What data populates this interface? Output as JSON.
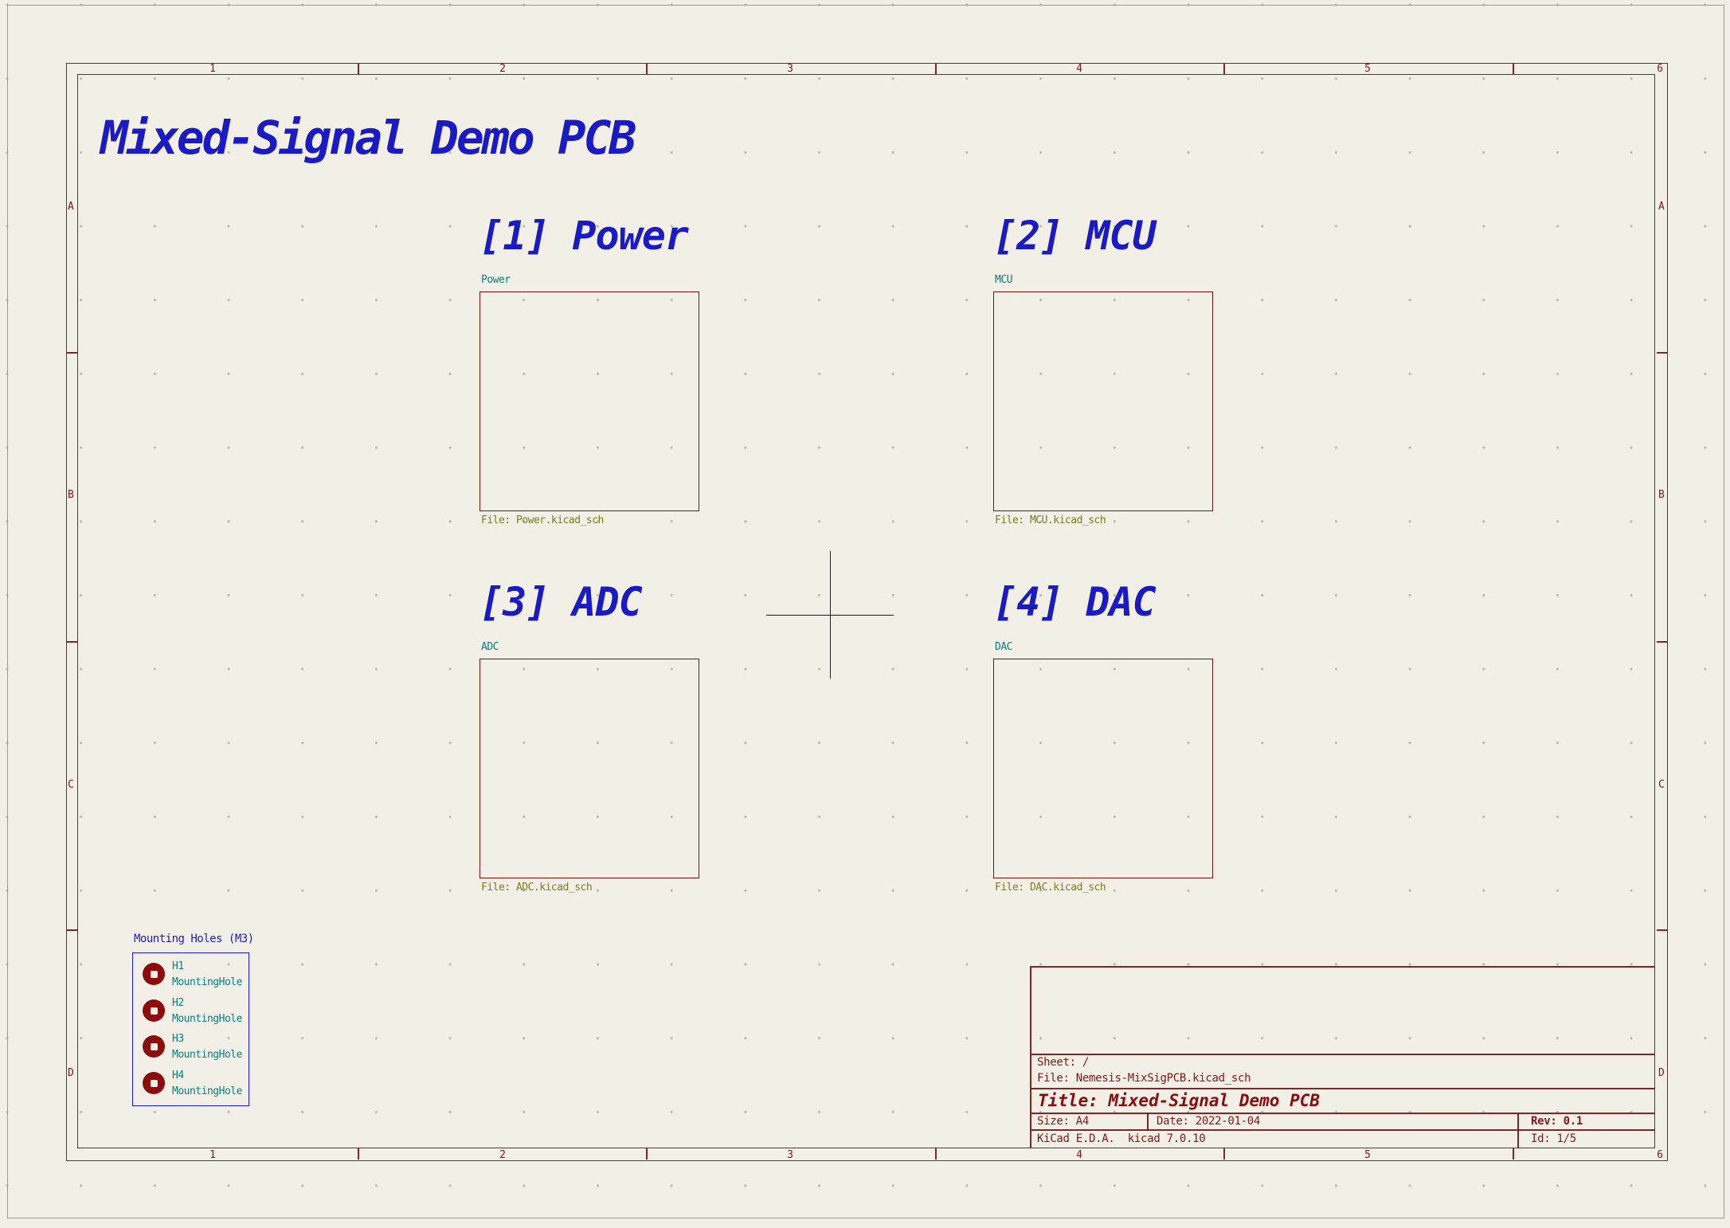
{
  "editor": {
    "document_title": "Mixed-Signal Demo PCB"
  },
  "frame": {
    "column_labels": [
      "1",
      "2",
      "3",
      "4",
      "5",
      "6"
    ],
    "row_labels": [
      "A",
      "B",
      "C",
      "D"
    ]
  },
  "sheets": [
    {
      "heading": "[1] Power",
      "name": "Power",
      "file": "File: Power.kicad_sch"
    },
    {
      "heading": "[2] MCU",
      "name": "MCU",
      "file": "File: MCU.kicad_sch"
    },
    {
      "heading": "[3] ADC",
      "name": "ADC",
      "file": "File: ADC.kicad_sch"
    },
    {
      "heading": "[4] DAC",
      "name": "DAC",
      "file": "File: DAC.kicad_sch"
    }
  ],
  "mounting": {
    "label": "Mounting Holes (M3)",
    "holes": [
      {
        "ref": "H1",
        "value": "MountingHole"
      },
      {
        "ref": "H2",
        "value": "MountingHole"
      },
      {
        "ref": "H3",
        "value": "MountingHole"
      },
      {
        "ref": "H4",
        "value": "MountingHole"
      }
    ]
  },
  "title_block": {
    "sheet": "Sheet: /",
    "file": "File: Nemesis-MixSigPCB.kicad_sch",
    "title": "Title: Mixed-Signal Demo PCB",
    "size": "Size: A4",
    "date": "Date: 2022-01-04",
    "rev": "Rev: 0.1",
    "generator": "KiCad E.D.A.  kicad 7.0.10",
    "id": "Id: 1/5"
  },
  "colors": {
    "background": "#f2efe7",
    "grid_dot": "#b9b9b9",
    "frame_line": "#7e2626",
    "frame_text": "#7e1a1a",
    "blue_text": "#1b1bc4",
    "sheet_border": "#7a1212",
    "sheet_name": "#0a7d7d",
    "sheet_file": "#7c7c1e",
    "hole_pad": "#8b0d0d",
    "crosshair": "#1c1c1c"
  }
}
